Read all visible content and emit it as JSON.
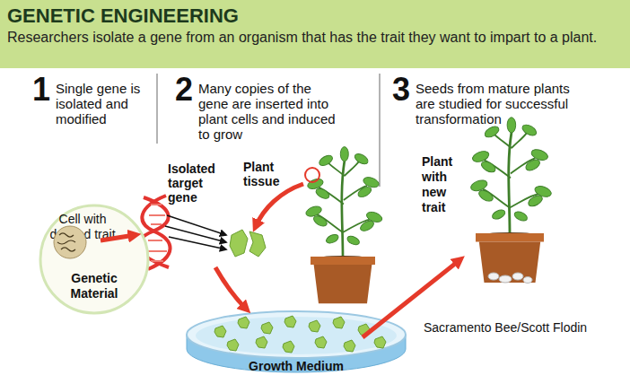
{
  "diagram": {
    "title": "GENETIC ENGINEERING",
    "nodes": [
      {
        "text": [
          "Cell with desired trait",
          "Genetic Material"
        ]
      },
      {
        "text": [
          "Growth Medium"
        ]
      }
    ],
    "labels": [
      "Researchers isolate a gene from an organism that has the trait they want to impart to a plant.",
      "1",
      "Single gene is isolated and modified",
      "2",
      "Many copies of the gene are inserted into plant cells and induced to grow",
      "3",
      "Seeds from mature plants are studied for successful transformation",
      "Isolated target gene",
      "Plant tissue",
      "Plant with new trait",
      "Sacramento Bee/Scott Flodin"
    ]
  }
}
